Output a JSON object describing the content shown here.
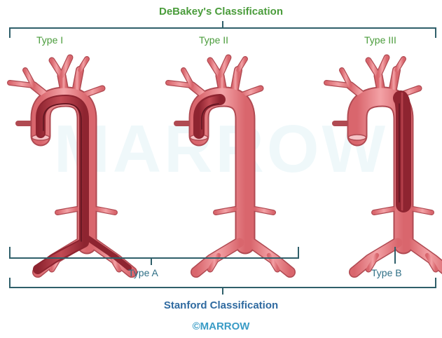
{
  "debakey": {
    "title": "DeBakey's Classification",
    "types": [
      "Type I",
      "Type II",
      "Type III"
    ]
  },
  "stanford": {
    "title": "Stanford Classification",
    "types": [
      "Type A",
      "Type B"
    ]
  },
  "watermark": "MARROW",
  "footer": "©MARROW",
  "colors": {
    "aorta": "#e9858a",
    "aorta_outline": "#b04a52",
    "dissection": "#b23a44",
    "debakey_text": "#4a9c3b",
    "stanford_text": "#2f6aa0",
    "bracket": "#2f5f6a"
  }
}
